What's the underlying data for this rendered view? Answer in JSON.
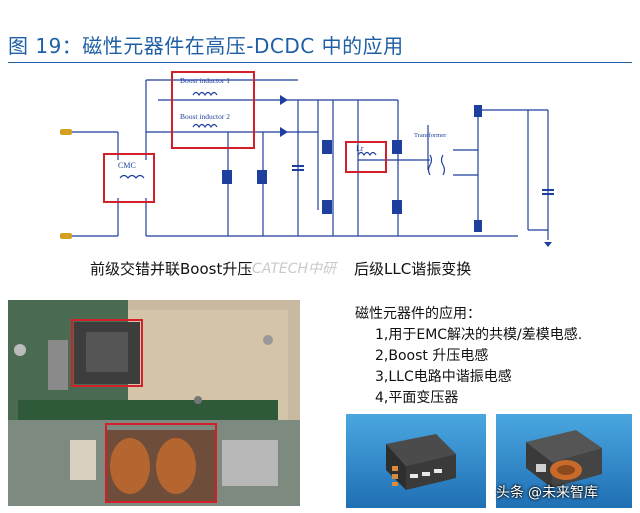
{
  "title": "图 19：磁性元器件在高压-DCDC 中的应用",
  "schematic": {
    "boost_inductor_1": "Boost inductor 1",
    "boost_inductor_2": "Boost inductor 2",
    "cmc": "CMC",
    "lr": "Lr",
    "transformer": "Transformer"
  },
  "captions": {
    "left": "前级交错并联Boost升压",
    "right": "后级LLC谐振变换",
    "watermark": "CATECH中研"
  },
  "applications": {
    "heading": "磁性元器件的应用：",
    "items": [
      "1,用于EMC解决的共模/差模电感.",
      "2,Boost 升压电感",
      "3,LLC电路中谐振电感",
      "4,平面变压器"
    ]
  },
  "brand": {
    "platform": "头条",
    "handle": "@未来智库"
  },
  "colors": {
    "title_blue": "#1f5fa6",
    "wire_blue": "#1f3f9f",
    "highlight_red": "#d21f2a",
    "panel_blue": "#2f8fd3"
  }
}
